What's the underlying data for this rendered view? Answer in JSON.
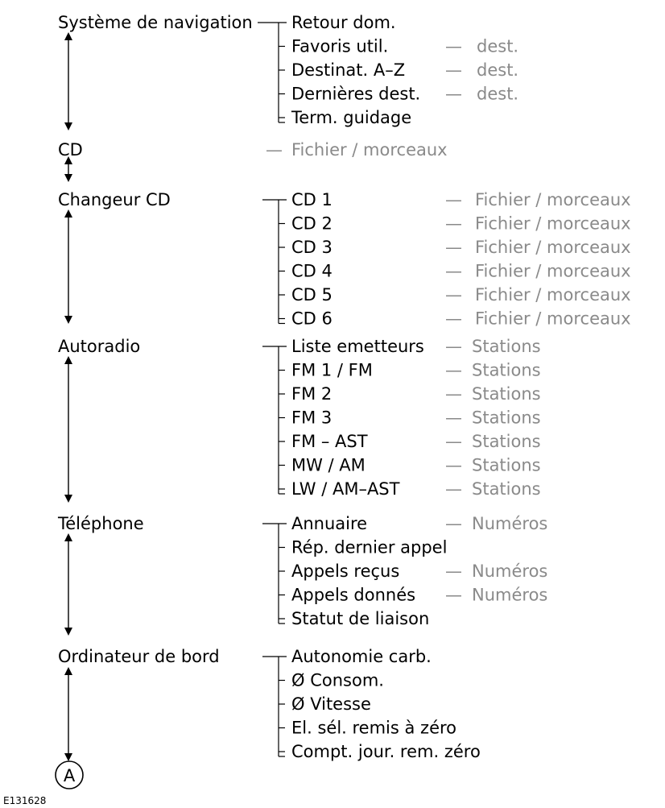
{
  "sections": [
    {
      "label": "Système de navigation",
      "items": [
        {
          "label": "Retour dom."
        },
        {
          "label": "Favoris util.",
          "leaf": "dest."
        },
        {
          "label": "Destinat. A–Z",
          "leaf": "dest."
        },
        {
          "label": "Dernières dest.",
          "leaf": "dest."
        },
        {
          "label": "Term. guidage"
        }
      ]
    },
    {
      "label": "CD",
      "leaf": "Fichier / morceaux",
      "items": []
    },
    {
      "label": "Changeur CD",
      "items": [
        {
          "label": "CD 1",
          "leaf": "Fichier / morceaux"
        },
        {
          "label": "CD 2",
          "leaf": "Fichier / morceaux"
        },
        {
          "label": "CD 3",
          "leaf": "Fichier / morceaux"
        },
        {
          "label": "CD 4",
          "leaf": "Fichier / morceaux"
        },
        {
          "label": "CD 5",
          "leaf": "Fichier / morceaux"
        },
        {
          "label": "CD 6",
          "leaf": "Fichier / morceaux"
        }
      ]
    },
    {
      "label": "Autoradio",
      "items": [
        {
          "label": "Liste emetteurs",
          "leaf": "Stations"
        },
        {
          "label": "FM 1 / FM",
          "leaf": "Stations"
        },
        {
          "label": "FM 2",
          "leaf": "Stations"
        },
        {
          "label": "FM 3",
          "leaf": "Stations"
        },
        {
          "label": "FM – AST",
          "leaf": "Stations"
        },
        {
          "label": "MW / AM",
          "leaf": "Stations"
        },
        {
          "label": "LW / AM–AST",
          "leaf": "Stations"
        }
      ]
    },
    {
      "label": "Téléphone",
      "items": [
        {
          "label": "Annuaire",
          "leaf": "Numéros"
        },
        {
          "label": "Rép. dernier appel"
        },
        {
          "label": "Appels reçus",
          "leaf": "Numéros"
        },
        {
          "label": "Appels donnés",
          "leaf": "Numéros"
        },
        {
          "label": "Statut de liaison"
        }
      ]
    },
    {
      "label": "Ordinateur de bord",
      "items": [
        {
          "label": "Autonomie carb."
        },
        {
          "label": "Ø Consom."
        },
        {
          "label": "Ø Vitesse"
        },
        {
          "label": "El. sél. remis à zéro"
        },
        {
          "label": "Compt. jour. rem. zéro"
        }
      ]
    }
  ],
  "connector_label": "A",
  "figure_code": "E131628",
  "colors": {
    "main_text": "#000000",
    "leaf_text": "#8a8a8a",
    "lines": "#000000"
  }
}
